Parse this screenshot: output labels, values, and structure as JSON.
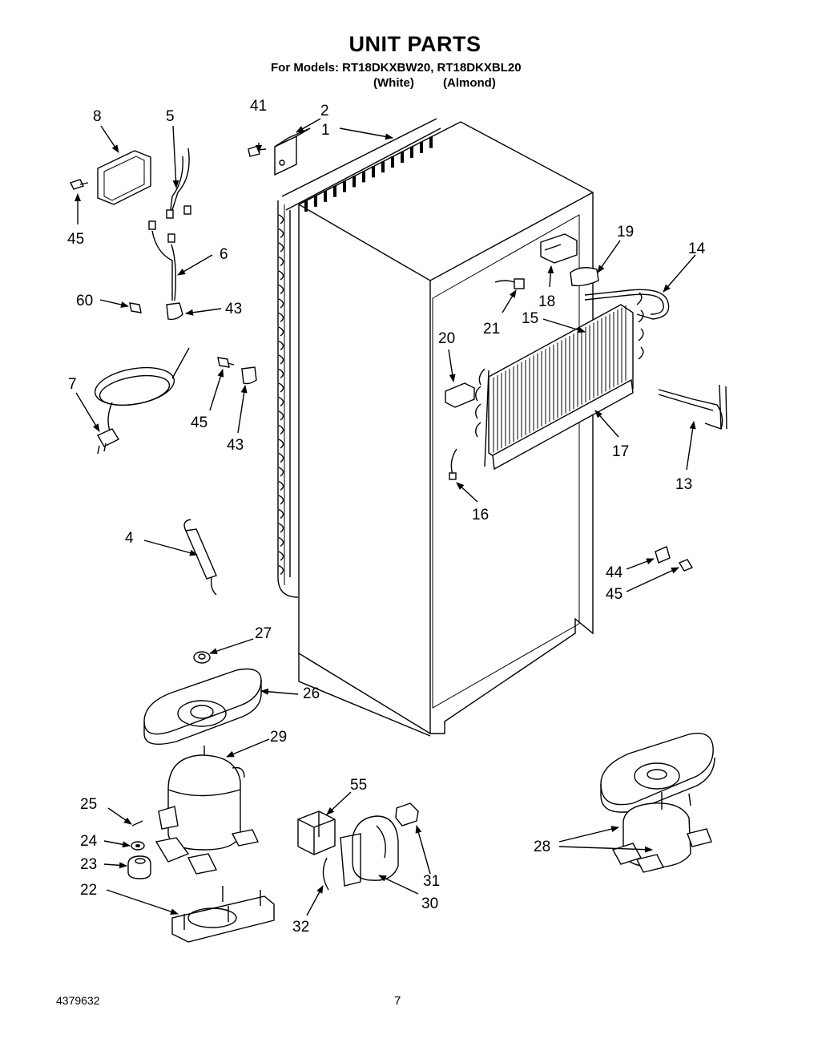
{
  "header": {
    "title": "UNIT PARTS",
    "models_line": "For Models: RT18DKXBW20, RT18DKXBL20",
    "finish_white": "(White)",
    "finish_almond": "(Almond)"
  },
  "footer": {
    "document_number": "4379632",
    "page_number": "7"
  },
  "callouts": {
    "c1": "1",
    "c2": "2",
    "c4": "4",
    "c5": "5",
    "c6": "6",
    "c7": "7",
    "c8": "8",
    "c13": "13",
    "c14": "14",
    "c15": "15",
    "c16": "16",
    "c17": "17",
    "c18": "18",
    "c19": "19",
    "c20": "20",
    "c21": "21",
    "c22": "22",
    "c23": "23",
    "c24": "24",
    "c25": "25",
    "c26": "26",
    "c27": "27",
    "c28": "28",
    "c29": "29",
    "c30": "30",
    "c31": "31",
    "c32": "32",
    "c41": "41",
    "c43a": "43",
    "c43b": "43",
    "c44": "44",
    "c45a": "45",
    "c45b": "45",
    "c45c": "45",
    "c55": "55",
    "c60": "60"
  }
}
